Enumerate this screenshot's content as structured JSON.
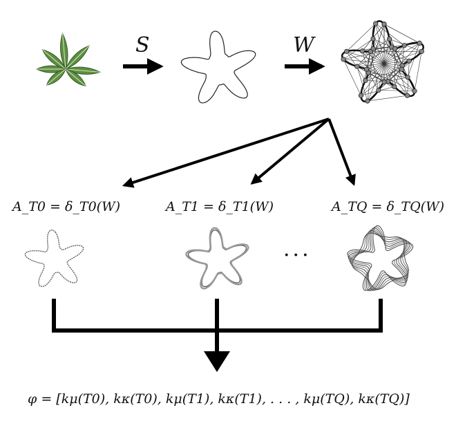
{
  "operators": {
    "s": "S",
    "w": "W"
  },
  "equations": [
    "A_T0 = δ_T0(W)",
    "A_T1 = δ_T1(W)",
    "A_TQ = δ_TQ(W)"
  ],
  "ellipsis": "···",
  "formula": "φ = [kμ(T0), kκ(T0), kμ(T1), kκ(T1), . . . , kμ(TQ), kκ(TQ)]",
  "colors": {
    "leaf": "#5f8f42",
    "leaf_dark": "#2f5a22",
    "ink": "#000000"
  }
}
